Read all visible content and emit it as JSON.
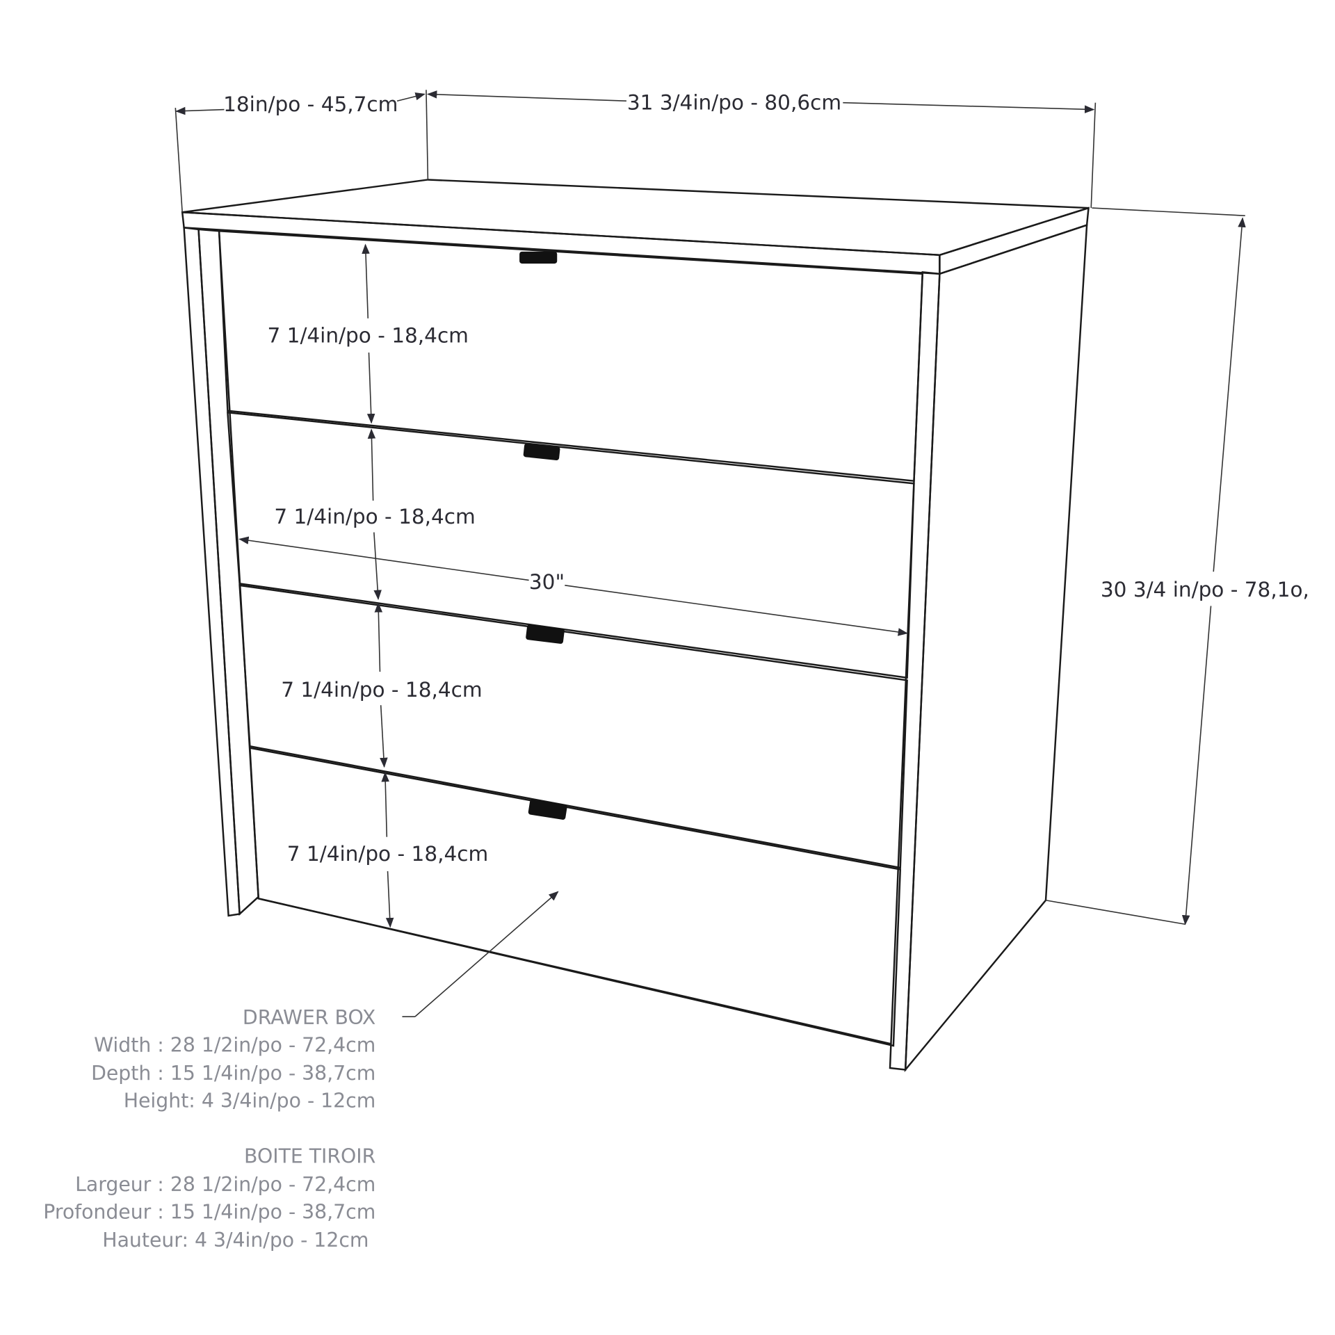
{
  "diagram": {
    "type": "product-dimension-drawing",
    "subject": "4-drawer chest",
    "colors": {
      "top": "#bdbdbd",
      "side": "#e1e1e1",
      "front": "#ffffff",
      "line": "#1a1a1a",
      "note_text": "#8a8c94",
      "dim_text": "#2b2b33"
    },
    "dimensions": {
      "depth": "18in/po - 45,7cm",
      "width": "31 3/4in/po - 80,6cm",
      "height": "30 3/4 in/po - 78,1o,",
      "inner_width": "30\"",
      "drawer_heights": [
        "7 1/4in/po - 18,4cm",
        "7 1/4in/po - 18,4cm",
        "7 1/4in/po - 18,4cm",
        "7 1/4in/po - 18,4cm"
      ]
    },
    "drawer_box_en": {
      "title": "DRAWER BOX",
      "lines": [
        "Width : 28 1/2in/po - 72,4cm",
        "Depth : 15 1/4in/po - 38,7cm",
        "Height: 4 3/4in/po - 12cm"
      ]
    },
    "drawer_box_fr": {
      "title": "BOITE TIROIR",
      "lines": [
        "Largeur : 28 1/2in/po - 72,4cm",
        "Profondeur : 15 1/4in/po - 38,7cm",
        "Hauteur: 4 3/4in/po - 12cm"
      ]
    }
  }
}
